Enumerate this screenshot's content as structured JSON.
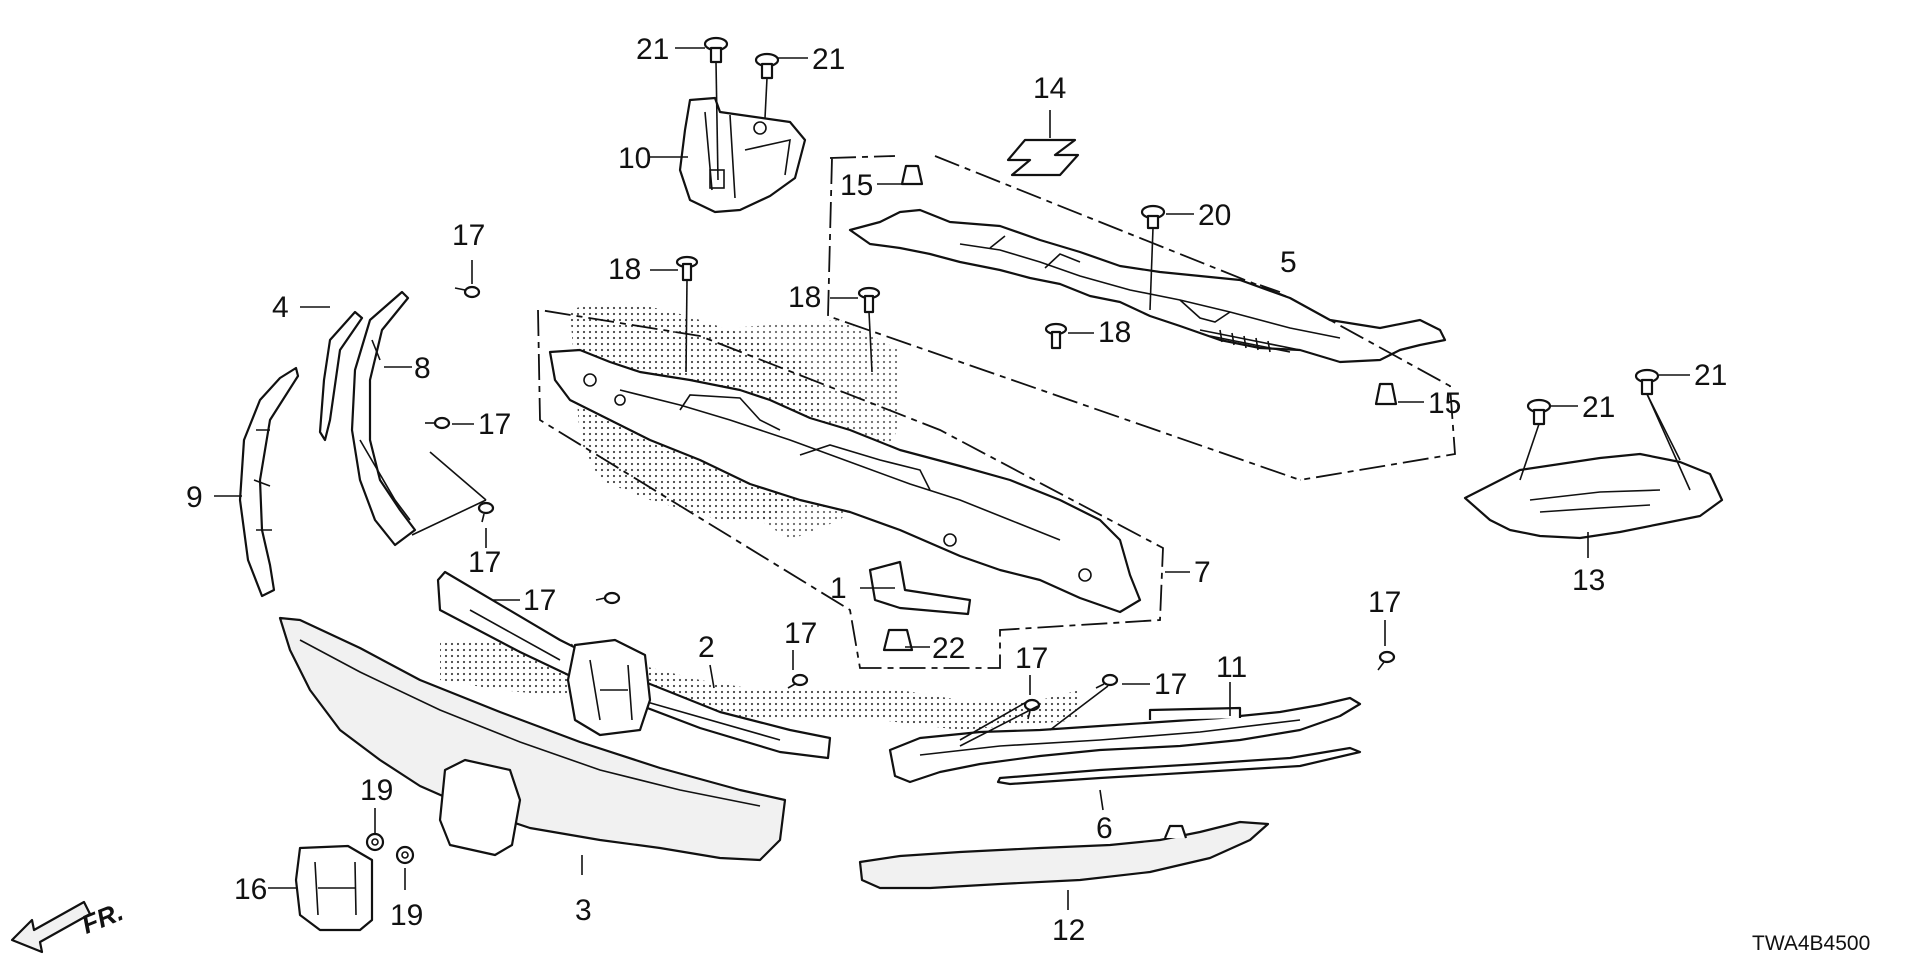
{
  "callouts": {
    "c1": "1",
    "c2": "2",
    "c3": "3",
    "c4": "4",
    "c5": "5",
    "c6": "6",
    "c7": "7",
    "c8": "8",
    "c9": "9",
    "c10": "10",
    "c11": "11",
    "c12": "12",
    "c13": "13",
    "c14": "14",
    "c15a": "15",
    "c15b": "15",
    "c16": "16",
    "c17a": "17",
    "c17b": "17",
    "c17c": "17",
    "c17d": "17",
    "c17e": "17",
    "c17f": "17",
    "c17g": "17",
    "c17h": "17",
    "c18a": "18",
    "c18b": "18",
    "c18c": "18",
    "c19a": "19",
    "c19b": "19",
    "c20": "20",
    "c21a": "21",
    "c21b": "21",
    "c21c": "21",
    "c21d": "21",
    "c22": "22"
  },
  "direction_label": "FR.",
  "diagram_code": "TWA4B4500"
}
